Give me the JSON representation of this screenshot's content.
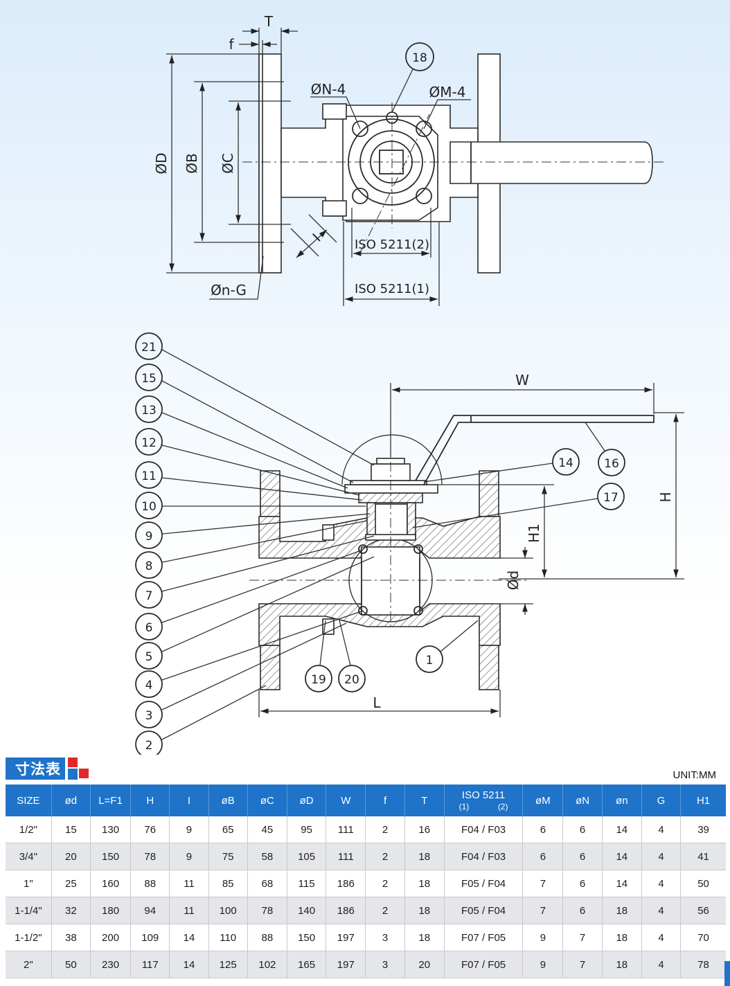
{
  "top_view": {
    "labels": {
      "T": "T",
      "f": "f",
      "D": "ØD",
      "B": "ØB",
      "C": "ØC",
      "N": "ØN-4",
      "M": "ØM-4",
      "nG": "Øn-G",
      "I": "I",
      "iso2": "ISO 5211(2)",
      "iso1": "ISO 5211(1)",
      "part18": "18"
    }
  },
  "section_view": {
    "dims": {
      "W": "W",
      "H": "H",
      "H1": "H1",
      "d": "Ød",
      "L": "L"
    },
    "left_callouts": [
      "21",
      "15",
      "13",
      "12",
      "11",
      "10",
      "9",
      "8",
      "7",
      "6",
      "5",
      "4",
      "3",
      "2"
    ],
    "right_callouts": {
      "p14": "14",
      "p16": "16",
      "p17": "17",
      "p1": "1",
      "p19": "19",
      "p20": "20"
    }
  },
  "table": {
    "title": "寸法表",
    "unit": "UNIT:MM",
    "iso_header": "ISO 5211",
    "iso_sub1": "(1)",
    "iso_sub2": "(2)",
    "columns": [
      "SIZE",
      "ød",
      "L=F1",
      "H",
      "I",
      "øB",
      "øC",
      "øD",
      "W",
      "f",
      "T",
      "ISO 5211",
      "øM",
      "øN",
      "øn",
      "G",
      "H1"
    ],
    "rows": [
      [
        "1/2\"",
        "15",
        "130",
        "76",
        "9",
        "65",
        "45",
        "95",
        "111",
        "2",
        "16",
        "F04 / F03",
        "6",
        "6",
        "14",
        "4",
        "39"
      ],
      [
        "3/4\"",
        "20",
        "150",
        "78",
        "9",
        "75",
        "58",
        "105",
        "111",
        "2",
        "18",
        "F04 / F03",
        "6",
        "6",
        "14",
        "4",
        "41"
      ],
      [
        "1\"",
        "25",
        "160",
        "88",
        "11",
        "85",
        "68",
        "115",
        "186",
        "2",
        "18",
        "F05 / F04",
        "7",
        "6",
        "14",
        "4",
        "50"
      ],
      [
        "1-1/4\"",
        "32",
        "180",
        "94",
        "11",
        "100",
        "78",
        "140",
        "186",
        "2",
        "18",
        "F05 / F04",
        "7",
        "6",
        "18",
        "4",
        "56"
      ],
      [
        "1-1/2\"",
        "38",
        "200",
        "109",
        "14",
        "110",
        "88",
        "150",
        "197",
        "3",
        "18",
        "F07 / F05",
        "9",
        "7",
        "18",
        "4",
        "70"
      ],
      [
        "2\"",
        "50",
        "230",
        "117",
        "14",
        "125",
        "102",
        "165",
        "197",
        "3",
        "20",
        "F07 / F05",
        "9",
        "7",
        "18",
        "4",
        "78"
      ]
    ]
  },
  "colors": {
    "header_blue": "#1f73c9",
    "accent_red": "#e0282b",
    "row_gray": "#e4e6ea"
  }
}
